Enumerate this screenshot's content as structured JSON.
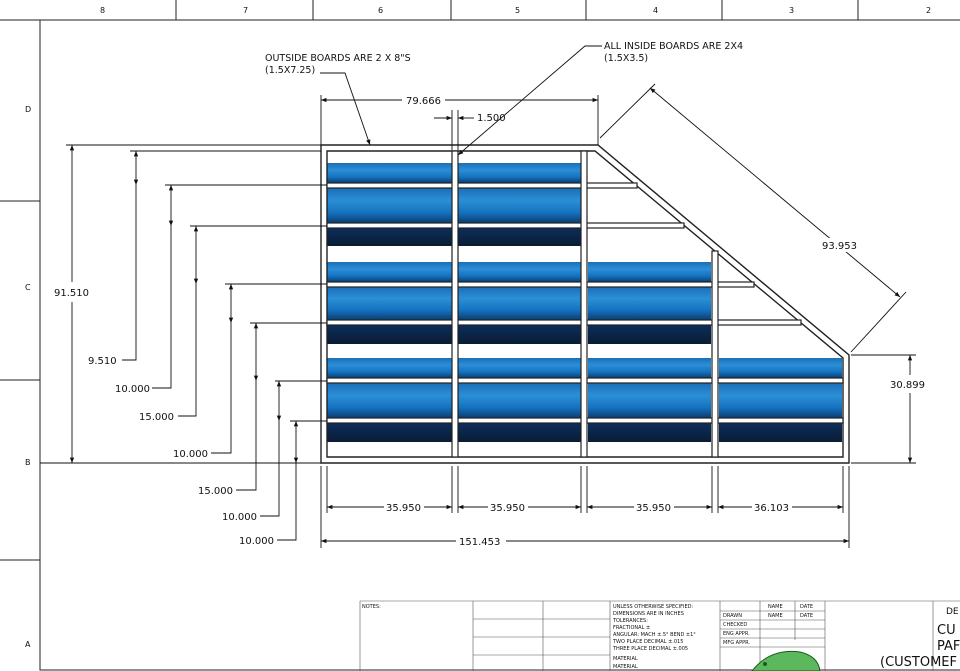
{
  "zones": {
    "top": [
      "8",
      "7",
      "6",
      "5",
      "4",
      "3",
      "2"
    ],
    "left": [
      "D",
      "C",
      "B",
      "A"
    ]
  },
  "notes": {
    "outside_line1": "OUTSIDE BOARDS ARE  2 X 8\"S",
    "outside_line2": "(1.5X7.25)",
    "inside_line1": "ALL INSIDE BOARDS ARE 2X4",
    "inside_line2": "(1.5X3.5)"
  },
  "dims": {
    "top_width": "79.666",
    "board_thk": "1.500",
    "diagonal": "93.953",
    "overall_height": "91.510",
    "right_height": "30.899",
    "overall_width": "151.453",
    "bays": [
      "35.950",
      "35.950",
      "35.950",
      "36.103"
    ],
    "left_stack": [
      "9.510",
      "10.000",
      "15.000",
      "10.000",
      "15.000",
      "10.000",
      "10.000"
    ]
  },
  "colors": {
    "panel_light": "#2b8fd6",
    "panel_dark": "#0c2f5c"
  },
  "title_block": {
    "notes_label": "NOTES:",
    "spec_lines": [
      "UNLESS OTHERWISE SPECIFIED:",
      "DIMENSIONS ARE IN INCHES",
      "TOLERANCES:",
      "FRACTIONAL ±",
      "ANGULAR: MACH ±.5°  BEND ±1°",
      "TWO PLACE DECIMAL   ±.015",
      "THREE PLACE DECIMAL  ±.005",
      "MATERIAL",
      "MATERIAL"
    ],
    "name_header": "NAME",
    "date_header": "DATE",
    "roles": [
      "DRAWN",
      "CHECKED",
      "ENG APPR.",
      "MFG APPR."
    ],
    "title_partial": [
      "DE",
      "CU",
      "PAF",
      "(CUSTOMEF"
    ]
  }
}
